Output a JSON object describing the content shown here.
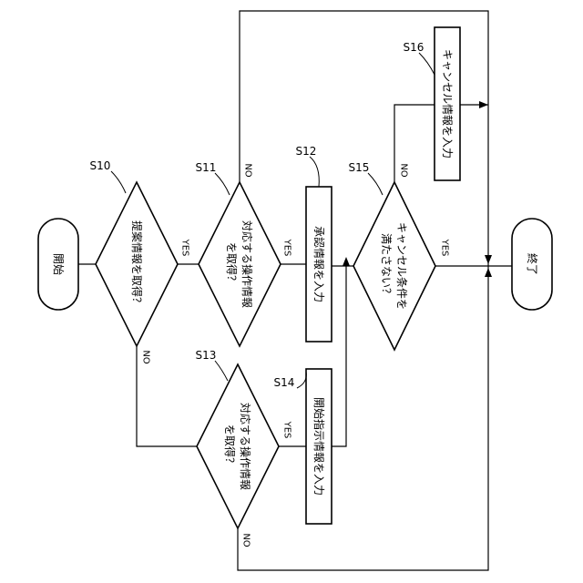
{
  "terminals": {
    "start": "開始",
    "end": "終了"
  },
  "decisions": {
    "s10": {
      "step": "S10",
      "text": [
        "提案情報を取得？"
      ]
    },
    "s11": {
      "step": "S11",
      "text": [
        "対応する操作情報",
        "を取得？"
      ]
    },
    "s13": {
      "step": "S13",
      "text": [
        "対応する操作情報",
        "を取得？"
      ]
    },
    "s15": {
      "step": "S15",
      "text": [
        "キャンセル条件を",
        "満たさない？"
      ]
    }
  },
  "processes": {
    "s12": {
      "step": "S12",
      "text": "承認情報を入力"
    },
    "s14": {
      "step": "S14",
      "text": "開始指示情報を入力"
    },
    "s16": {
      "step": "S16",
      "text": "キャンセル情報を入力"
    }
  },
  "branches": {
    "yes": "YES",
    "no": "NO"
  }
}
